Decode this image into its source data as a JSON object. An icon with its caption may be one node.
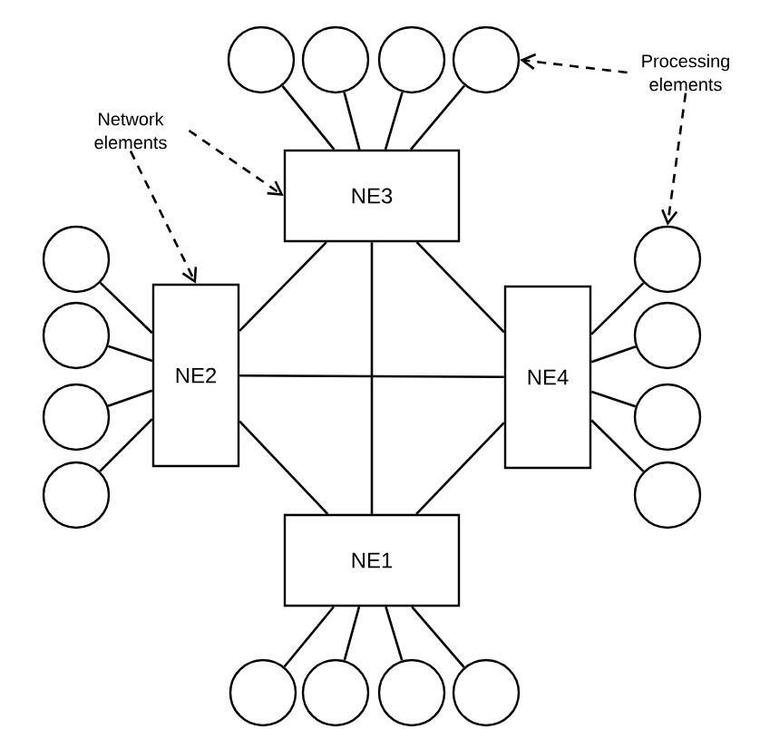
{
  "diagram": {
    "nodes": [
      {
        "text": [
          "NE3"
        ]
      },
      {
        "text": [
          "NE2"
        ]
      },
      {
        "text": [
          "NE4"
        ]
      },
      {
        "text": [
          "NE1"
        ]
      },
      {
        "text": [
          "Network elements"
        ]
      },
      {
        "text": [
          "Processing elements"
        ]
      },
      {
        "text": [],
        "shape": "circle"
      },
      {
        "text": [],
        "shape": "circle"
      },
      {
        "text": [],
        "shape": "circle"
      },
      {
        "text": [],
        "shape": "circle"
      },
      {
        "text": [],
        "shape": "circle"
      },
      {
        "text": [],
        "shape": "circle"
      },
      {
        "text": [],
        "shape": "circle"
      },
      {
        "text": [],
        "shape": "circle"
      },
      {
        "text": [],
        "shape": "circle"
      },
      {
        "text": [],
        "shape": "circle"
      },
      {
        "text": [],
        "shape": "circle"
      },
      {
        "text": [],
        "shape": "circle"
      },
      {
        "text": [],
        "shape": "circle"
      },
      {
        "text": [],
        "shape": "circle"
      },
      {
        "text": [],
        "shape": "circle"
      },
      {
        "text": [],
        "shape": "circle"
      }
    ],
    "edges": [
      {
        "from": 0,
        "to": 1,
        "arrow": "none"
      },
      {
        "from": 0,
        "to": 2,
        "arrow": "none"
      },
      {
        "from": 0,
        "to": 3,
        "arrow": "none"
      },
      {
        "from": 1,
        "to": 2,
        "arrow": "none"
      },
      {
        "from": 1,
        "to": 3,
        "arrow": "none"
      },
      {
        "from": 2,
        "to": 3,
        "arrow": "none"
      },
      {
        "from": 6,
        "to": 0,
        "arrow": "none"
      },
      {
        "from": 7,
        "to": 0,
        "arrow": "none"
      },
      {
        "from": 8,
        "to": 0,
        "arrow": "none"
      },
      {
        "from": 9,
        "to": 0,
        "arrow": "none"
      },
      {
        "from": 10,
        "to": 1,
        "arrow": "none"
      },
      {
        "from": 11,
        "to": 1,
        "arrow": "none"
      },
      {
        "from": 12,
        "to": 1,
        "arrow": "none"
      },
      {
        "from": 13,
        "to": 1,
        "arrow": "none"
      },
      {
        "from": 14,
        "to": 2,
        "arrow": "none"
      },
      {
        "from": 15,
        "to": 2,
        "arrow": "none"
      },
      {
        "from": 16,
        "to": 2,
        "arrow": "none"
      },
      {
        "from": 17,
        "to": 2,
        "arrow": "none"
      },
      {
        "from": 18,
        "to": 3,
        "arrow": "none"
      },
      {
        "from": 19,
        "to": 3,
        "arrow": "none"
      },
      {
        "from": 20,
        "to": 3,
        "arrow": "none"
      },
      {
        "from": 21,
        "to": 3,
        "arrow": "none"
      },
      {
        "from": 4,
        "to": 0,
        "arrow": "to",
        "style": "dashed"
      },
      {
        "from": 4,
        "to": 1,
        "arrow": "to",
        "style": "dashed"
      },
      {
        "from": 5,
        "to": 9,
        "arrow": "to",
        "style": "dashed"
      },
      {
        "from": 5,
        "to": 14,
        "arrow": "to",
        "style": "dashed"
      }
    ]
  }
}
